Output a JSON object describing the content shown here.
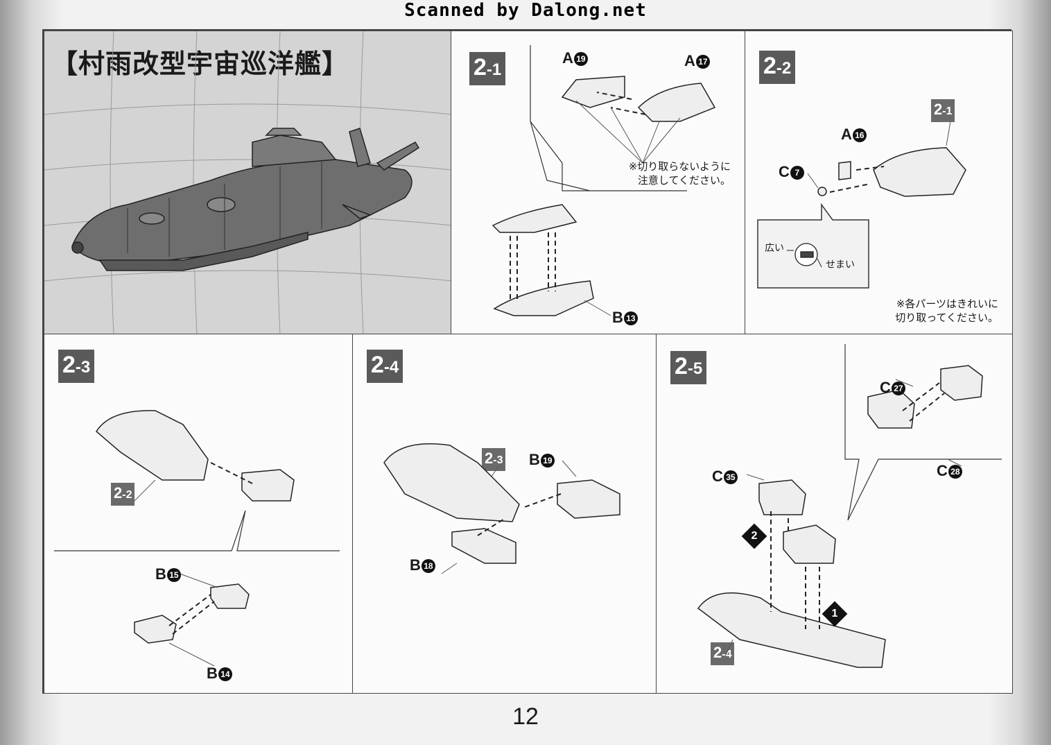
{
  "header": {
    "scan_credit": "Scanned by Dalong.net"
  },
  "hero": {
    "title": "【村雨改型宇宙巡洋艦】"
  },
  "steps": {
    "s2_1": {
      "num": "2",
      "sub": "-1",
      "labels": {
        "a19_letter": "A",
        "a19_num": "19",
        "a17_letter": "A",
        "a17_num": "17",
        "b13_letter": "B",
        "b13_num": "13"
      },
      "note": "※切り取らないように\n注意してください。"
    },
    "s2_2": {
      "num": "2",
      "sub": "-2",
      "ref": {
        "num": "2",
        "sub": "-1"
      },
      "labels": {
        "a16_letter": "A",
        "a16_num": "16",
        "c7_letter": "C",
        "c7_num": "7"
      },
      "inset": {
        "wide": "広い",
        "narrow": "せまい"
      },
      "note": "※各パーツはきれいに\n切り取ってください。"
    },
    "s2_3": {
      "num": "2",
      "sub": "-3",
      "ref": {
        "num": "2",
        "sub": "-2"
      },
      "labels": {
        "b15_letter": "B",
        "b15_num": "15",
        "b14_letter": "B",
        "b14_num": "14"
      }
    },
    "s2_4": {
      "num": "2",
      "sub": "-4",
      "ref": {
        "num": "2",
        "sub": "-3"
      },
      "labels": {
        "b19_letter": "B",
        "b19_num": "19",
        "b18_letter": "B",
        "b18_num": "18"
      }
    },
    "s2_5": {
      "num": "2",
      "sub": "-5",
      "ref": {
        "num": "2",
        "sub": "-4"
      },
      "labels": {
        "c27_letter": "C",
        "c27_num": "27",
        "c28_letter": "C",
        "c28_num": "28",
        "c35_letter": "C",
        "c35_num": "35"
      },
      "order": {
        "first": "1",
        "second": "2"
      }
    }
  },
  "footer": {
    "page_number": "12"
  }
}
